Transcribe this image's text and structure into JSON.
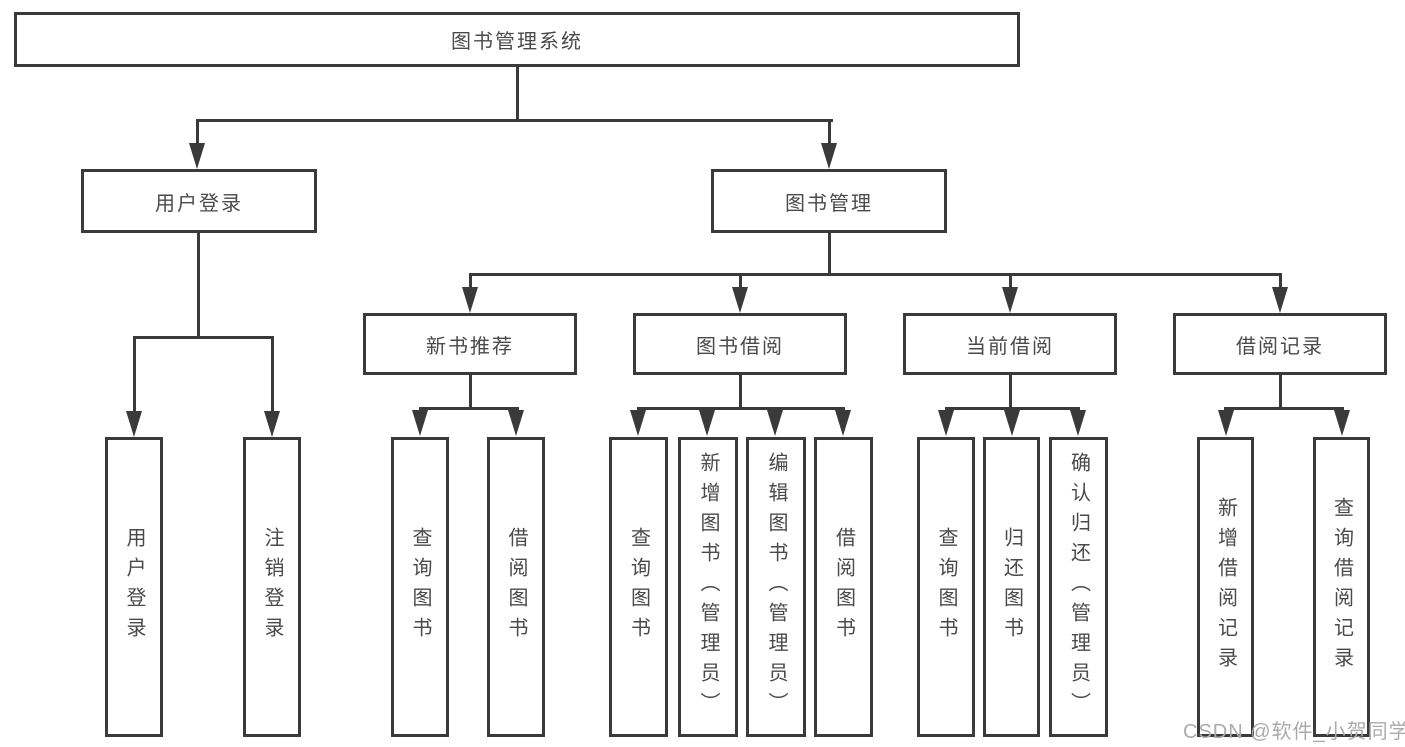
{
  "colors": {
    "line": "#3a3a3a",
    "text": "#4a4a4a",
    "background": "#ffffff",
    "watermark": "#ababab"
  },
  "watermark": {
    "text": "CSDN @软件_小贺同学"
  },
  "diagram": {
    "root": {
      "label": "图书管理系统"
    },
    "branches": [
      {
        "label": "用户登录",
        "children": [
          {
            "label": "用户登录"
          },
          {
            "label": "注销登录"
          }
        ]
      },
      {
        "label": "图书管理",
        "children": [
          {
            "label": "新书推荐",
            "children": [
              {
                "label": "查询图书"
              },
              {
                "label": "借阅图书"
              }
            ]
          },
          {
            "label": "图书借阅",
            "children": [
              {
                "label": "查询图书"
              },
              {
                "label": "新增图书（管理员）"
              },
              {
                "label": "编辑图书（管理员）"
              },
              {
                "label": "借阅图书"
              }
            ]
          },
          {
            "label": "当前借阅",
            "children": [
              {
                "label": "查询图书"
              },
              {
                "label": "归还图书"
              },
              {
                "label": "确认归还（管理员）"
              }
            ]
          },
          {
            "label": "借阅记录",
            "children": [
              {
                "label": "新增借阅记录"
              },
              {
                "label": "查询借阅记录"
              }
            ]
          }
        ]
      }
    ]
  }
}
